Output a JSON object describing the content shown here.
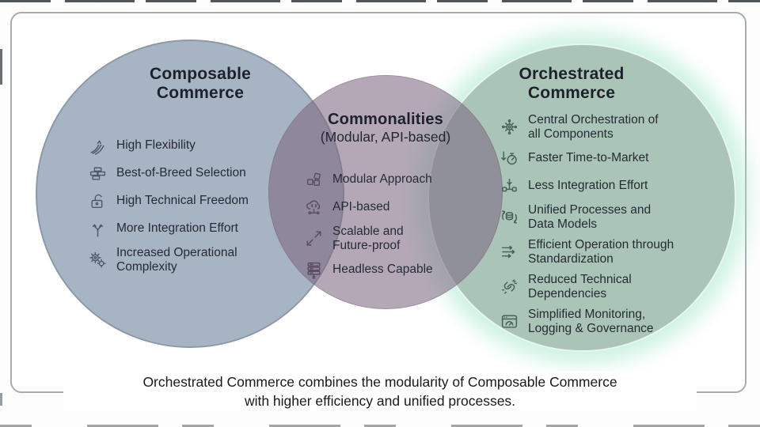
{
  "colors": {
    "left_circle": "#a6b4c4",
    "middle_circle_tint": "#7d6982",
    "right_circle": "#aac5b7",
    "right_glow": "#a8e8cd",
    "card_border": "#a6adb3",
    "text": "#22262f"
  },
  "left": {
    "title": "Composable\nCommerce",
    "items": [
      {
        "icon": "flex",
        "label": "High Flexibility"
      },
      {
        "icon": "bricks",
        "label": "Best-of-Breed Selection"
      },
      {
        "icon": "unlock",
        "label": "High Technical Freedom"
      },
      {
        "icon": "branch",
        "label": "More Integration Effort"
      },
      {
        "icon": "gears",
        "label": "Increased Operational\nComplexity"
      }
    ]
  },
  "middle": {
    "title": "Commonalities",
    "subtitle": "(Modular, API-based)",
    "items": [
      {
        "icon": "modules",
        "label": "Modular Approach"
      },
      {
        "icon": "cloud-code",
        "label": "API-based"
      },
      {
        "icon": "scale",
        "label": "Scalable and\nFuture-proof"
      },
      {
        "icon": "server",
        "label": "Headless Capable"
      }
    ]
  },
  "right": {
    "title": "Orchestrated\nCommerce",
    "items": [
      {
        "icon": "hub",
        "label": "Central Orchestration of\nall Components"
      },
      {
        "icon": "timer-down",
        "label": "Faster Time-to-Market"
      },
      {
        "icon": "arrow-nodes",
        "label": "Less Integration Effort"
      },
      {
        "icon": "db-sync",
        "label": "Unified Processes and\nData Models"
      },
      {
        "icon": "arrows-right",
        "label": "Efficient Operation through\nStandardization"
      },
      {
        "icon": "broken-link",
        "label": "Reduced Technical\nDependencies"
      },
      {
        "icon": "monitor-gauge",
        "label": "Simplified Monitoring,\nLogging & Governance"
      }
    ]
  },
  "caption": "Orchestrated Commerce combines the modularity of Composable Commerce\nwith higher efficiency and unified processes."
}
